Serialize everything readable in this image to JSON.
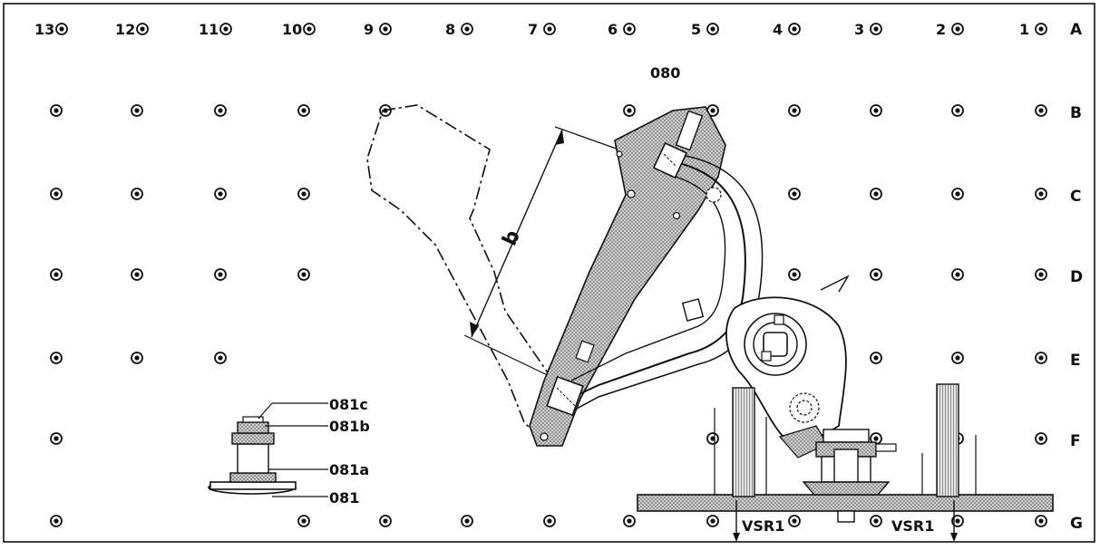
{
  "columns": [
    "13",
    "12",
    "11",
    "10",
    "9",
    "8",
    "7",
    "6",
    "5",
    "4",
    "3",
    "2",
    "1"
  ],
  "rows": [
    "A",
    "B",
    "C",
    "D",
    "E",
    "F",
    "G"
  ],
  "labels": {
    "part_080": "080",
    "dimension_b": "b",
    "part_081c": "081c",
    "part_081b": "081b",
    "part_081a": "081a",
    "part_081": "081",
    "support_left": "VSR1",
    "support_right": "VSR1"
  },
  "colors": {
    "ink": "#111111",
    "hatch": "#b9b9b9",
    "background": "#ffffff"
  }
}
